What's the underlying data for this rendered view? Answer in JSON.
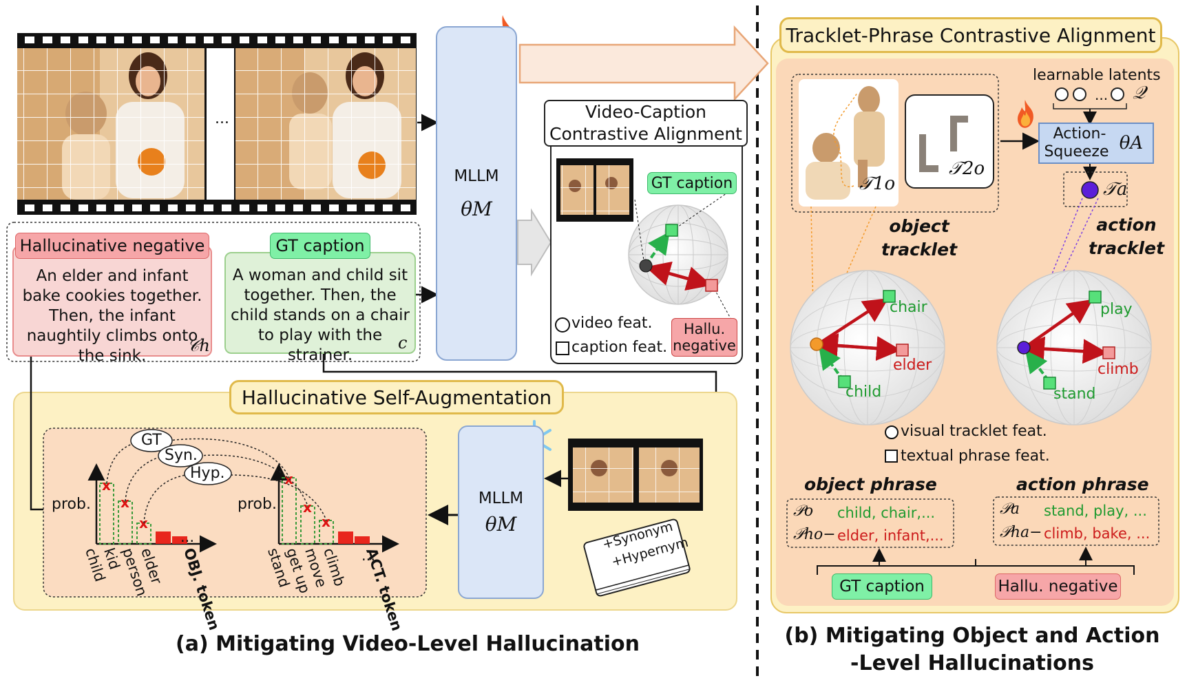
{
  "panel_a": {
    "hallucinative_negative_label": "Hallucinative negative",
    "hallucinative_negative_text": "An elder and infant bake cookies together. Then, the infant naughtily climbs onto the sink.",
    "hallucinative_negative_symbol": "𝒞h",
    "gt_caption_label": "GT caption",
    "gt_caption_text": "A woman and child sit together. Then, the child stands on a chair to play with the strainer.",
    "gt_caption_symbol": "c",
    "ellipsis": "...",
    "mllm_label": "MLLM",
    "mllm_theta": "θM",
    "video_caption_title_line1": "Video-Caption",
    "video_caption_title_line2": "Contrastive Alignment",
    "gt_caption_tag": "GT caption",
    "hallu_negative_tag_line1": "Hallu.",
    "hallu_negative_tag_line2": "negative",
    "legend_video_feat": "video feat.",
    "legend_caption_feat": "caption feat.",
    "hsa_title": "Hallucinative Self-Augmentation",
    "bubble_gt": "GT",
    "bubble_syn": "Syn.",
    "bubble_hyp": "Hyp.",
    "prob_label": "prob.",
    "obj_tokens": [
      "child",
      "kid",
      "person",
      "elder",
      "..."
    ],
    "obj_axis_label": "OBJ. token",
    "act_tokens": [
      "stand",
      "get up",
      "move",
      "climb",
      "..."
    ],
    "act_axis_label": "ACT. token",
    "book_line1": "+Synonym",
    "book_line2": "+Hypernym",
    "caption": "(a) Mitigating Video-Level Hallucination"
  },
  "panel_b": {
    "title": "Tracklet-Phrase Contrastive Alignment",
    "learnable_latents": "learnable latents",
    "latent_symbol": "𝒬",
    "squeezer_line1": "Action-",
    "squeezer_line2": "Squeezer",
    "squeezer_theta": "θA",
    "tracklet1_symbol": "𝒯1o",
    "tracklet2_symbol": "𝒯2o",
    "action_tracklet_symbol": "𝒯a",
    "object_tracklet_label": "object tracklet",
    "action_tracklet_label": "action tracklet",
    "sphere_object_words": [
      "chair",
      "elder",
      "child"
    ],
    "sphere_action_words": [
      "play",
      "climb",
      "stand"
    ],
    "legend_visual": "visual tracklet feat.",
    "legend_textual": "textual phrase feat.",
    "object_phrase_label": "object phrase",
    "action_phrase_label": "action phrase",
    "object_phrase_pos_symbol": "𝒫o",
    "object_phrase_pos": "child, chair,...",
    "object_phrase_neg_symbol": "𝒫ho−",
    "object_phrase_neg": "elder, infant,...",
    "action_phrase_pos_symbol": "𝒫a",
    "action_phrase_pos": "stand, play, ...",
    "action_phrase_neg_symbol": "𝒫ha−",
    "action_phrase_neg": "climb, bake, ...",
    "gt_caption_btn": "GT caption",
    "hallu_negative_btn": "Hallu. negative",
    "caption_line1": "(b) Mitigating Object and Action",
    "caption_line2": "-Level Hallucinations"
  },
  "colors": {
    "green_text": "#1e9a2f",
    "red_text": "#cc1b1b",
    "gt_fill": "#dff1d8",
    "neg_fill": "#f8d6d4",
    "mllm_fill": "#dbe6f7",
    "panel_fill": "#fdf1c4",
    "inner_fill": "#fbdcc1",
    "purple": "#5b1ed9",
    "orange": "#f39a2b"
  }
}
